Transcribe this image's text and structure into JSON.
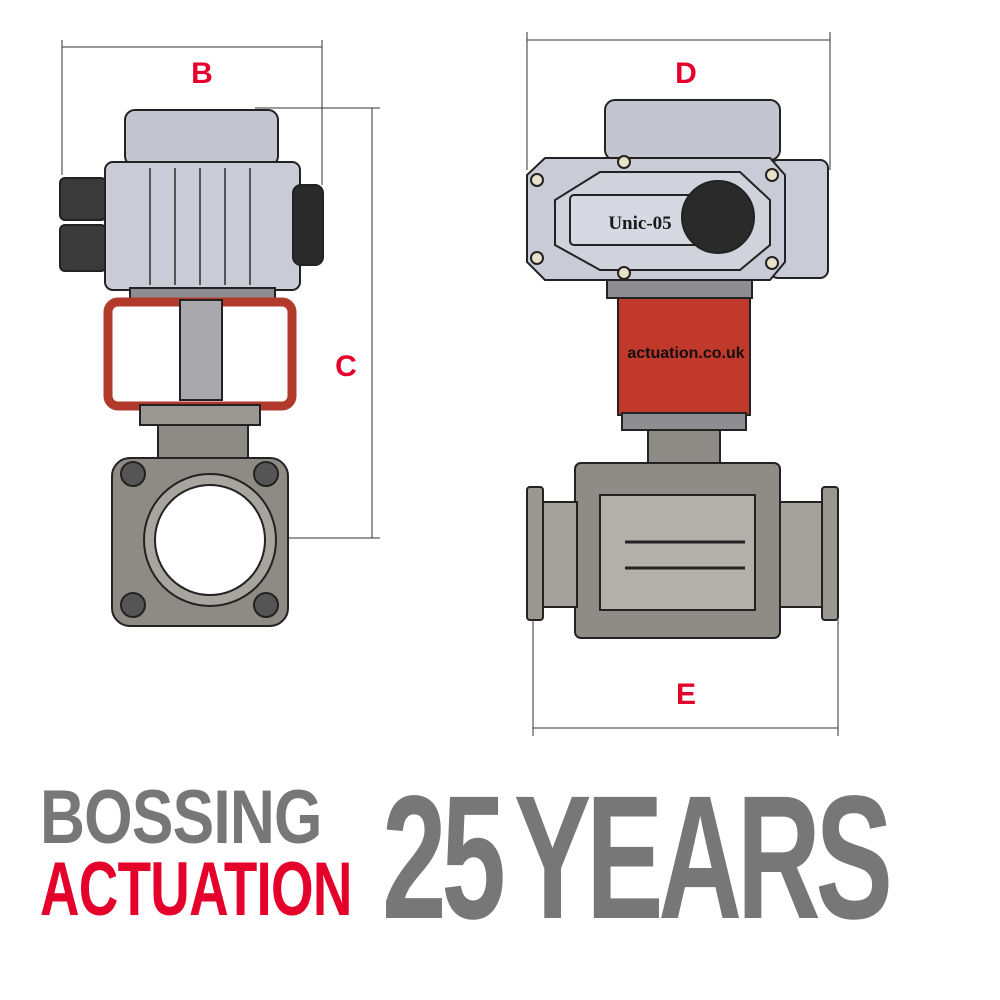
{
  "dimensions": {
    "b": "B",
    "c": "C",
    "d": "D",
    "e": "E"
  },
  "actuator": {
    "model": "Unic-05",
    "bracket_text": "actuation.co.uk"
  },
  "branding": {
    "line1": "BOSSING",
    "line2": "ACTUATION",
    "years_number": "25",
    "years_word": "YEARS"
  },
  "colors": {
    "accent_red": "#e4002b",
    "brand_gray": "#777777",
    "actuator_body": "#c9ccd6",
    "bracket_red": "#c0392b",
    "steel": "#9a9893"
  }
}
